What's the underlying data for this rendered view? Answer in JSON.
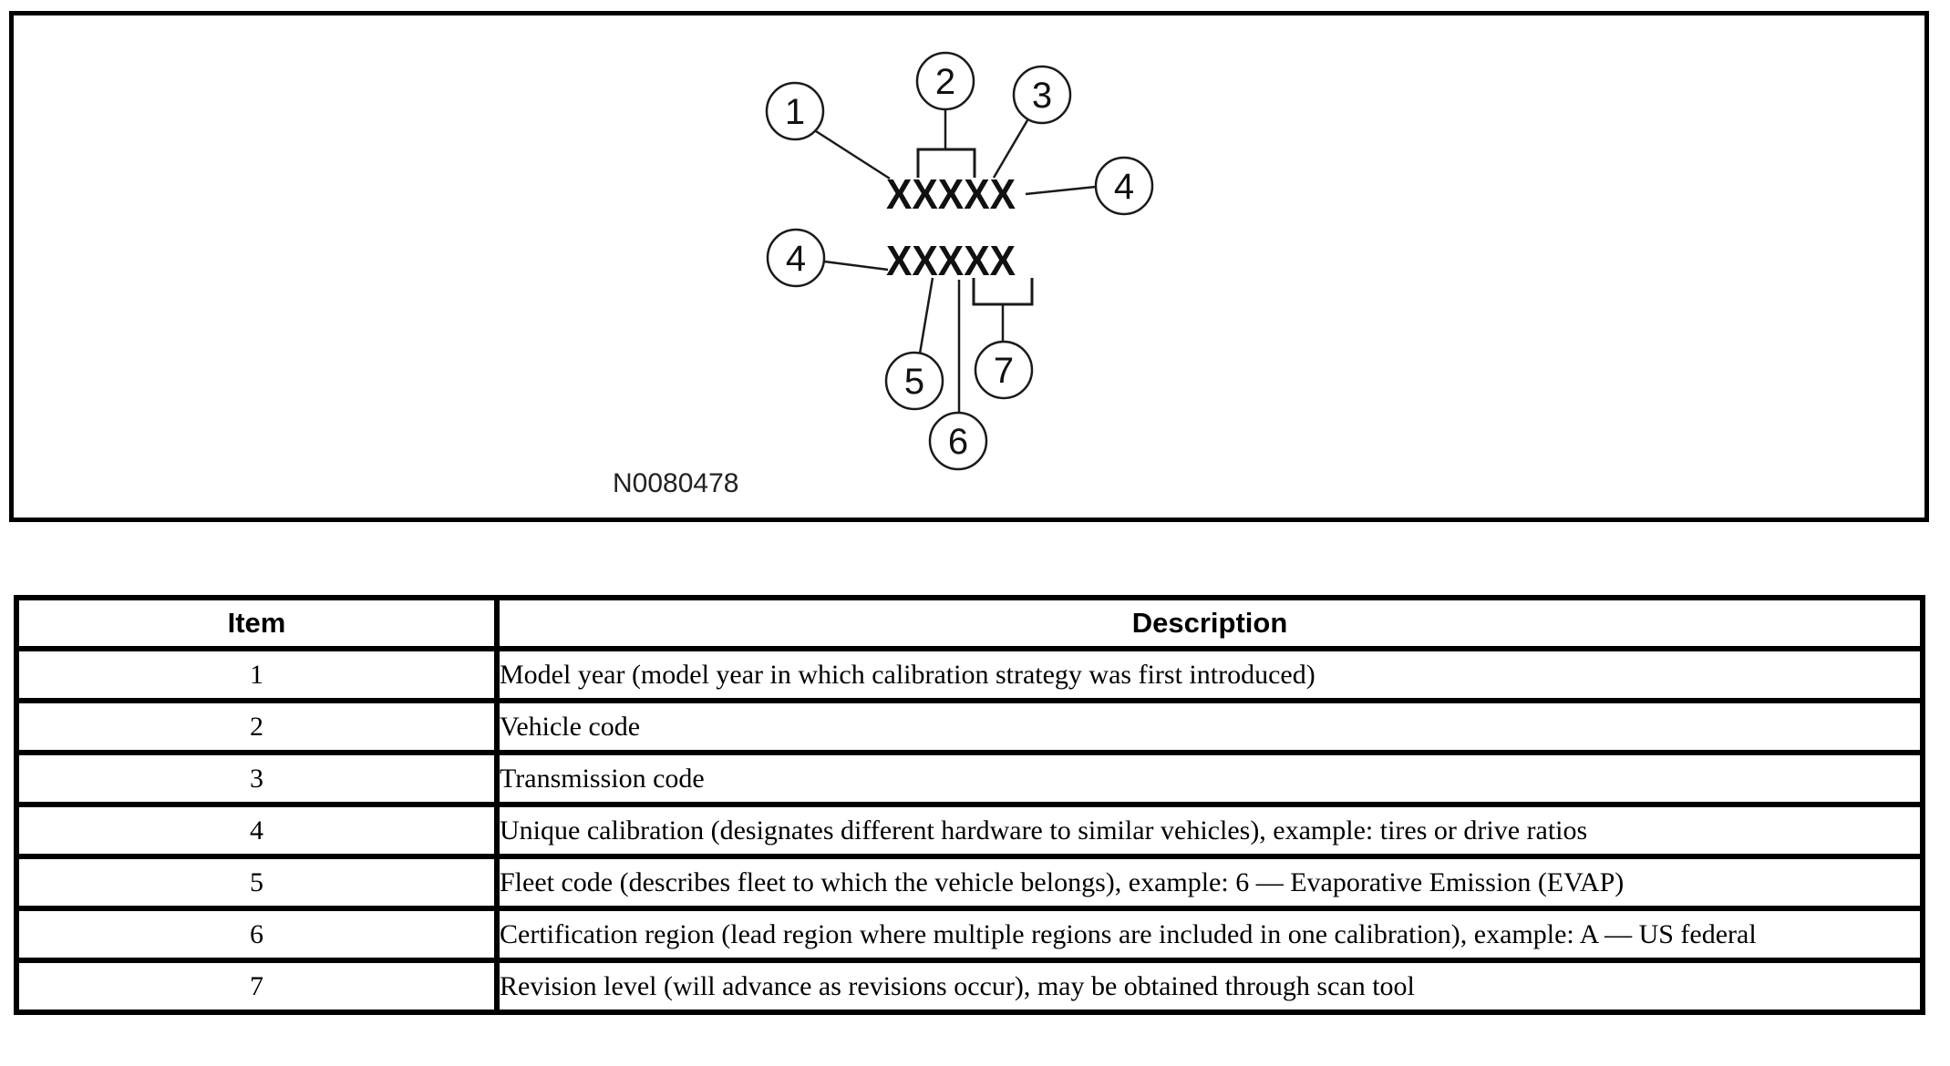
{
  "diagram": {
    "figure_id": "N0080478",
    "code_top": "XXXXX",
    "code_bottom": "XXXXX",
    "callout_labels": [
      "1",
      "2",
      "3",
      "4",
      "4",
      "5",
      "6",
      "7"
    ]
  },
  "table": {
    "headers": {
      "item": "Item",
      "description": "Description"
    },
    "rows": [
      {
        "item": "1",
        "description": "Model year (model year in which calibration strategy was first introduced)"
      },
      {
        "item": "2",
        "description": "Vehicle code"
      },
      {
        "item": "3",
        "description": "Transmission code"
      },
      {
        "item": "4",
        "description": "Unique calibration (designates different hardware to similar vehicles), example: tires or drive ratios"
      },
      {
        "item": "5",
        "description": "Fleet code (describes fleet to which the vehicle belongs), example: 6 — Evaporative Emission (EVAP)"
      },
      {
        "item": "6",
        "description": "Certification region (lead region where multiple regions are included in one calibration), example: A — US federal"
      },
      {
        "item": "7",
        "description": "Revision level (will advance as revisions occur), may be obtained through scan tool"
      }
    ]
  }
}
